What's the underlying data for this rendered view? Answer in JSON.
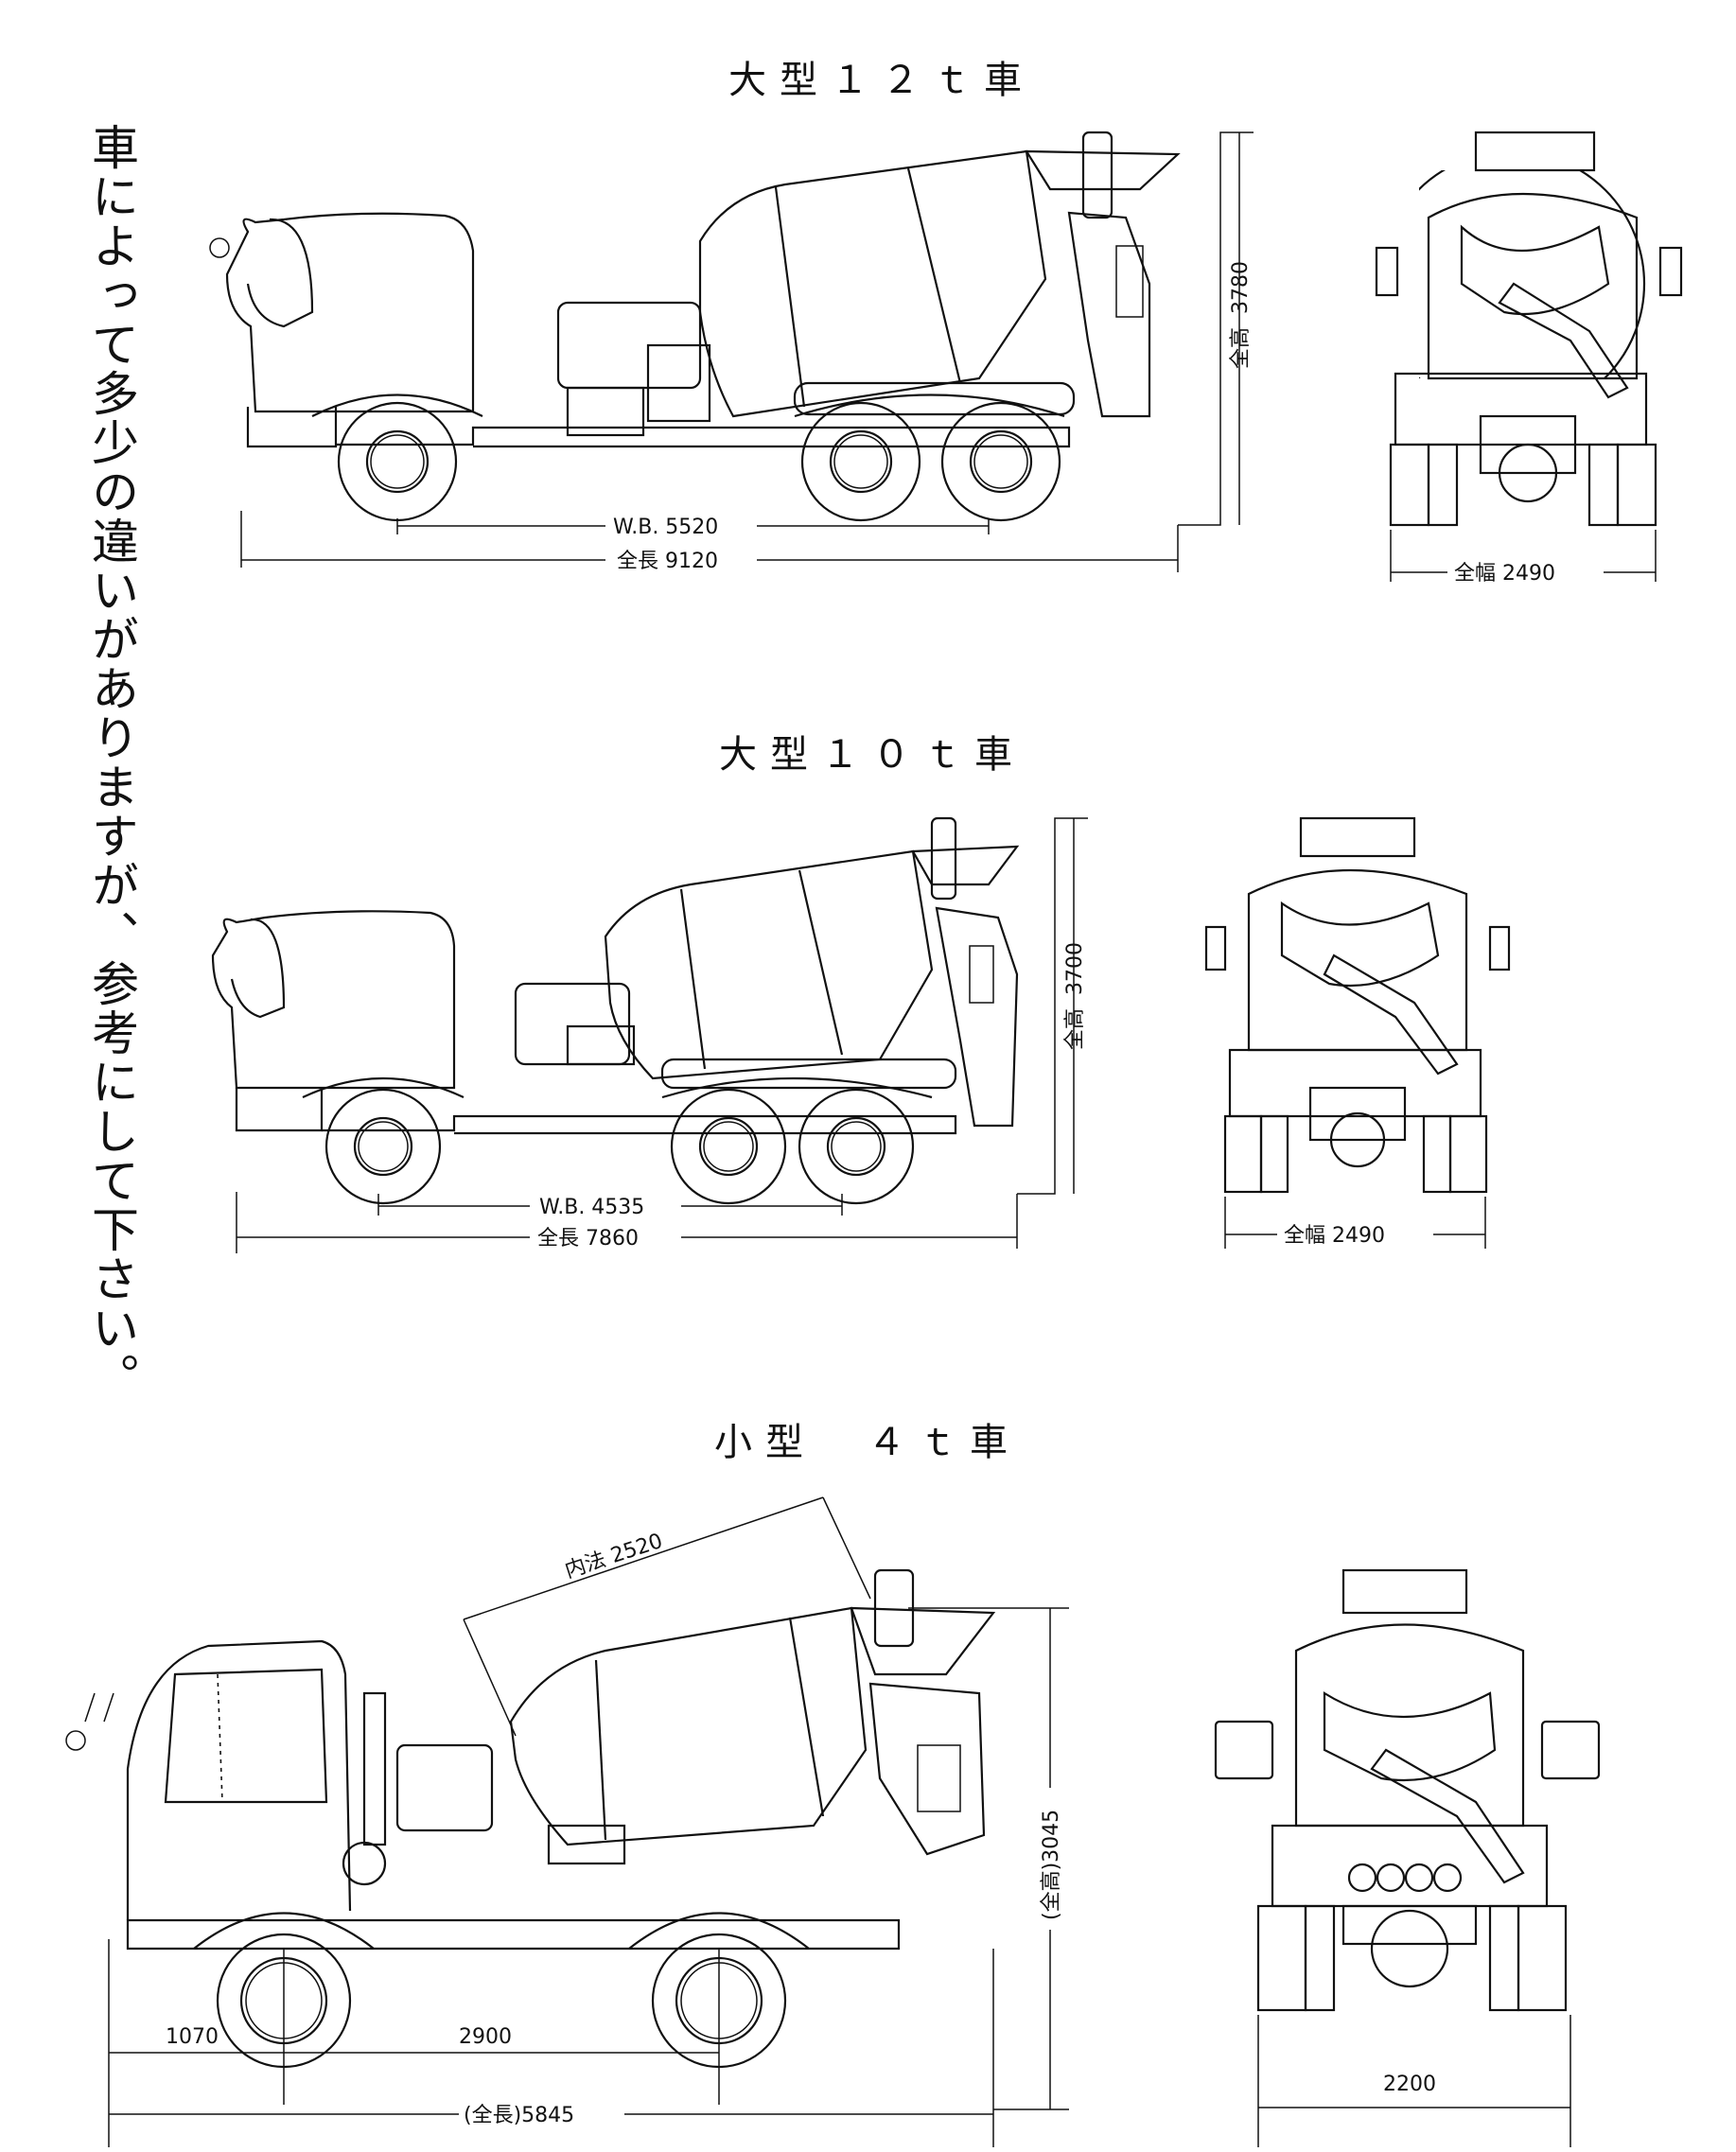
{
  "note": "車によって多少の違いがありますが、参考にして下さい。",
  "trucks": [
    {
      "title": "大型１２ｔ車",
      "height_label": "全高",
      "height_value": "3780",
      "wheelbase": "W.B.  5520",
      "length": "全長  9120",
      "width": "全幅  2490"
    },
    {
      "title": "大型１０ｔ車",
      "height_label": "全高",
      "height_value": "3700",
      "wheelbase": "W.B.  4535",
      "length": "全長  7860",
      "width": "全幅  2490"
    },
    {
      "title": "小型　４ｔ車",
      "inner": "内法 2520",
      "height": "(全高)3045",
      "front_overhang": "1070",
      "wheelbase": "2900",
      "length": "(全長)5845",
      "width": "2200"
    }
  ]
}
